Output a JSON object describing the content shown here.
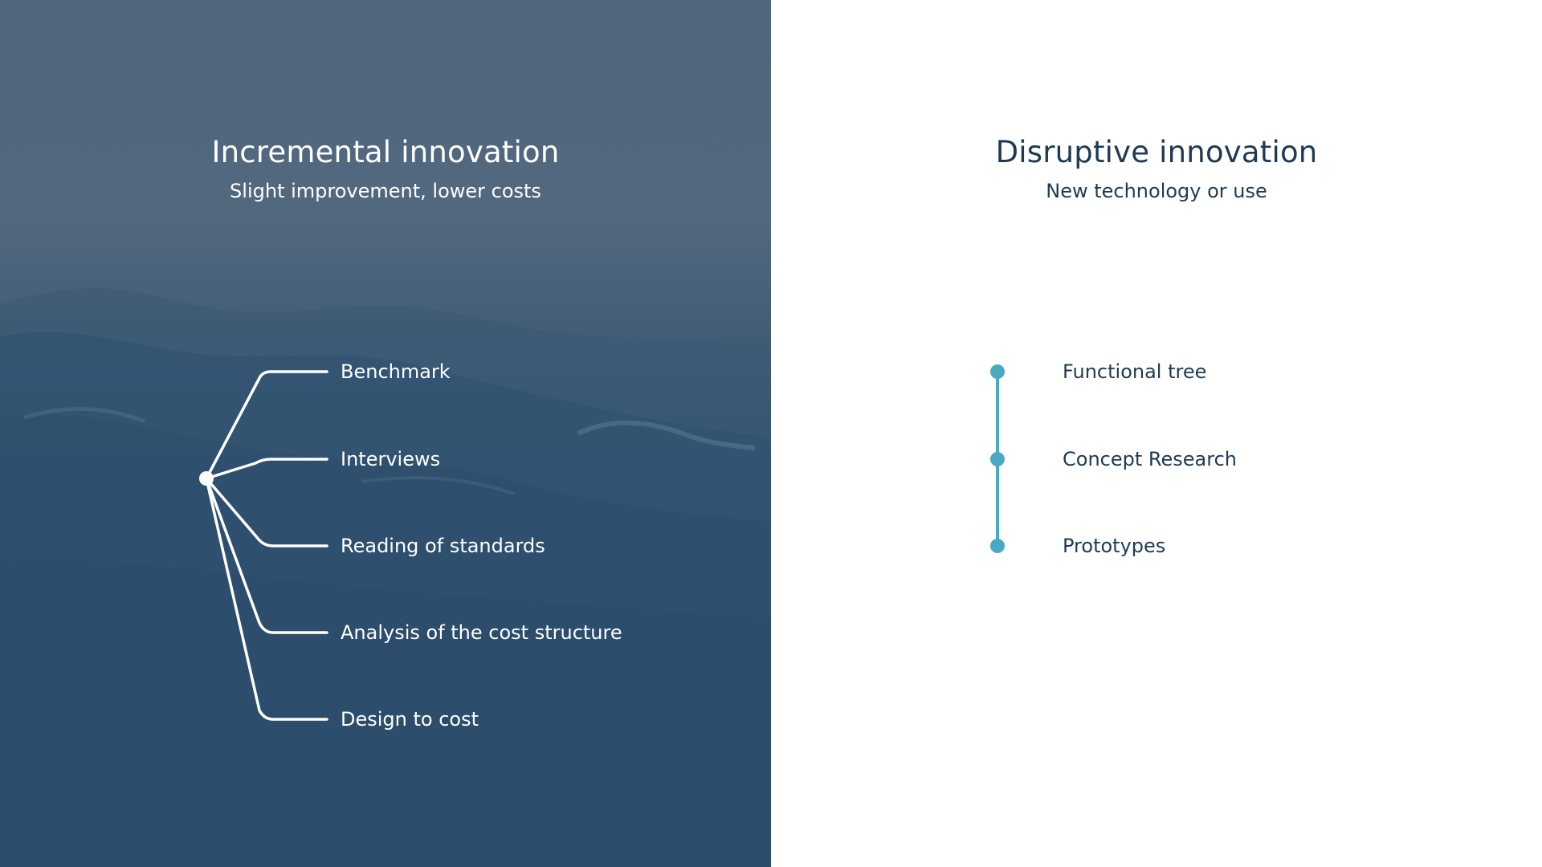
{
  "incremental": {
    "title": "Incremental innovation",
    "subtitle": "Slight improvement, lower costs",
    "items": [
      {
        "label": "Benchmark"
      },
      {
        "label": "Interviews"
      },
      {
        "label": "Reading of standards"
      },
      {
        "label": "Analysis of the cost structure"
      },
      {
        "label": "Design to cost"
      }
    ]
  },
  "disruptive": {
    "title": "Disruptive innovation",
    "subtitle": "New technology or use",
    "items": [
      {
        "label": "Functional tree"
      },
      {
        "label": "Concept Research"
      },
      {
        "label": "Prototypes"
      }
    ]
  },
  "colors": {
    "accent": "#4aa9c2",
    "dark_text": "#1f3a52",
    "ocean": "#2d5272"
  }
}
